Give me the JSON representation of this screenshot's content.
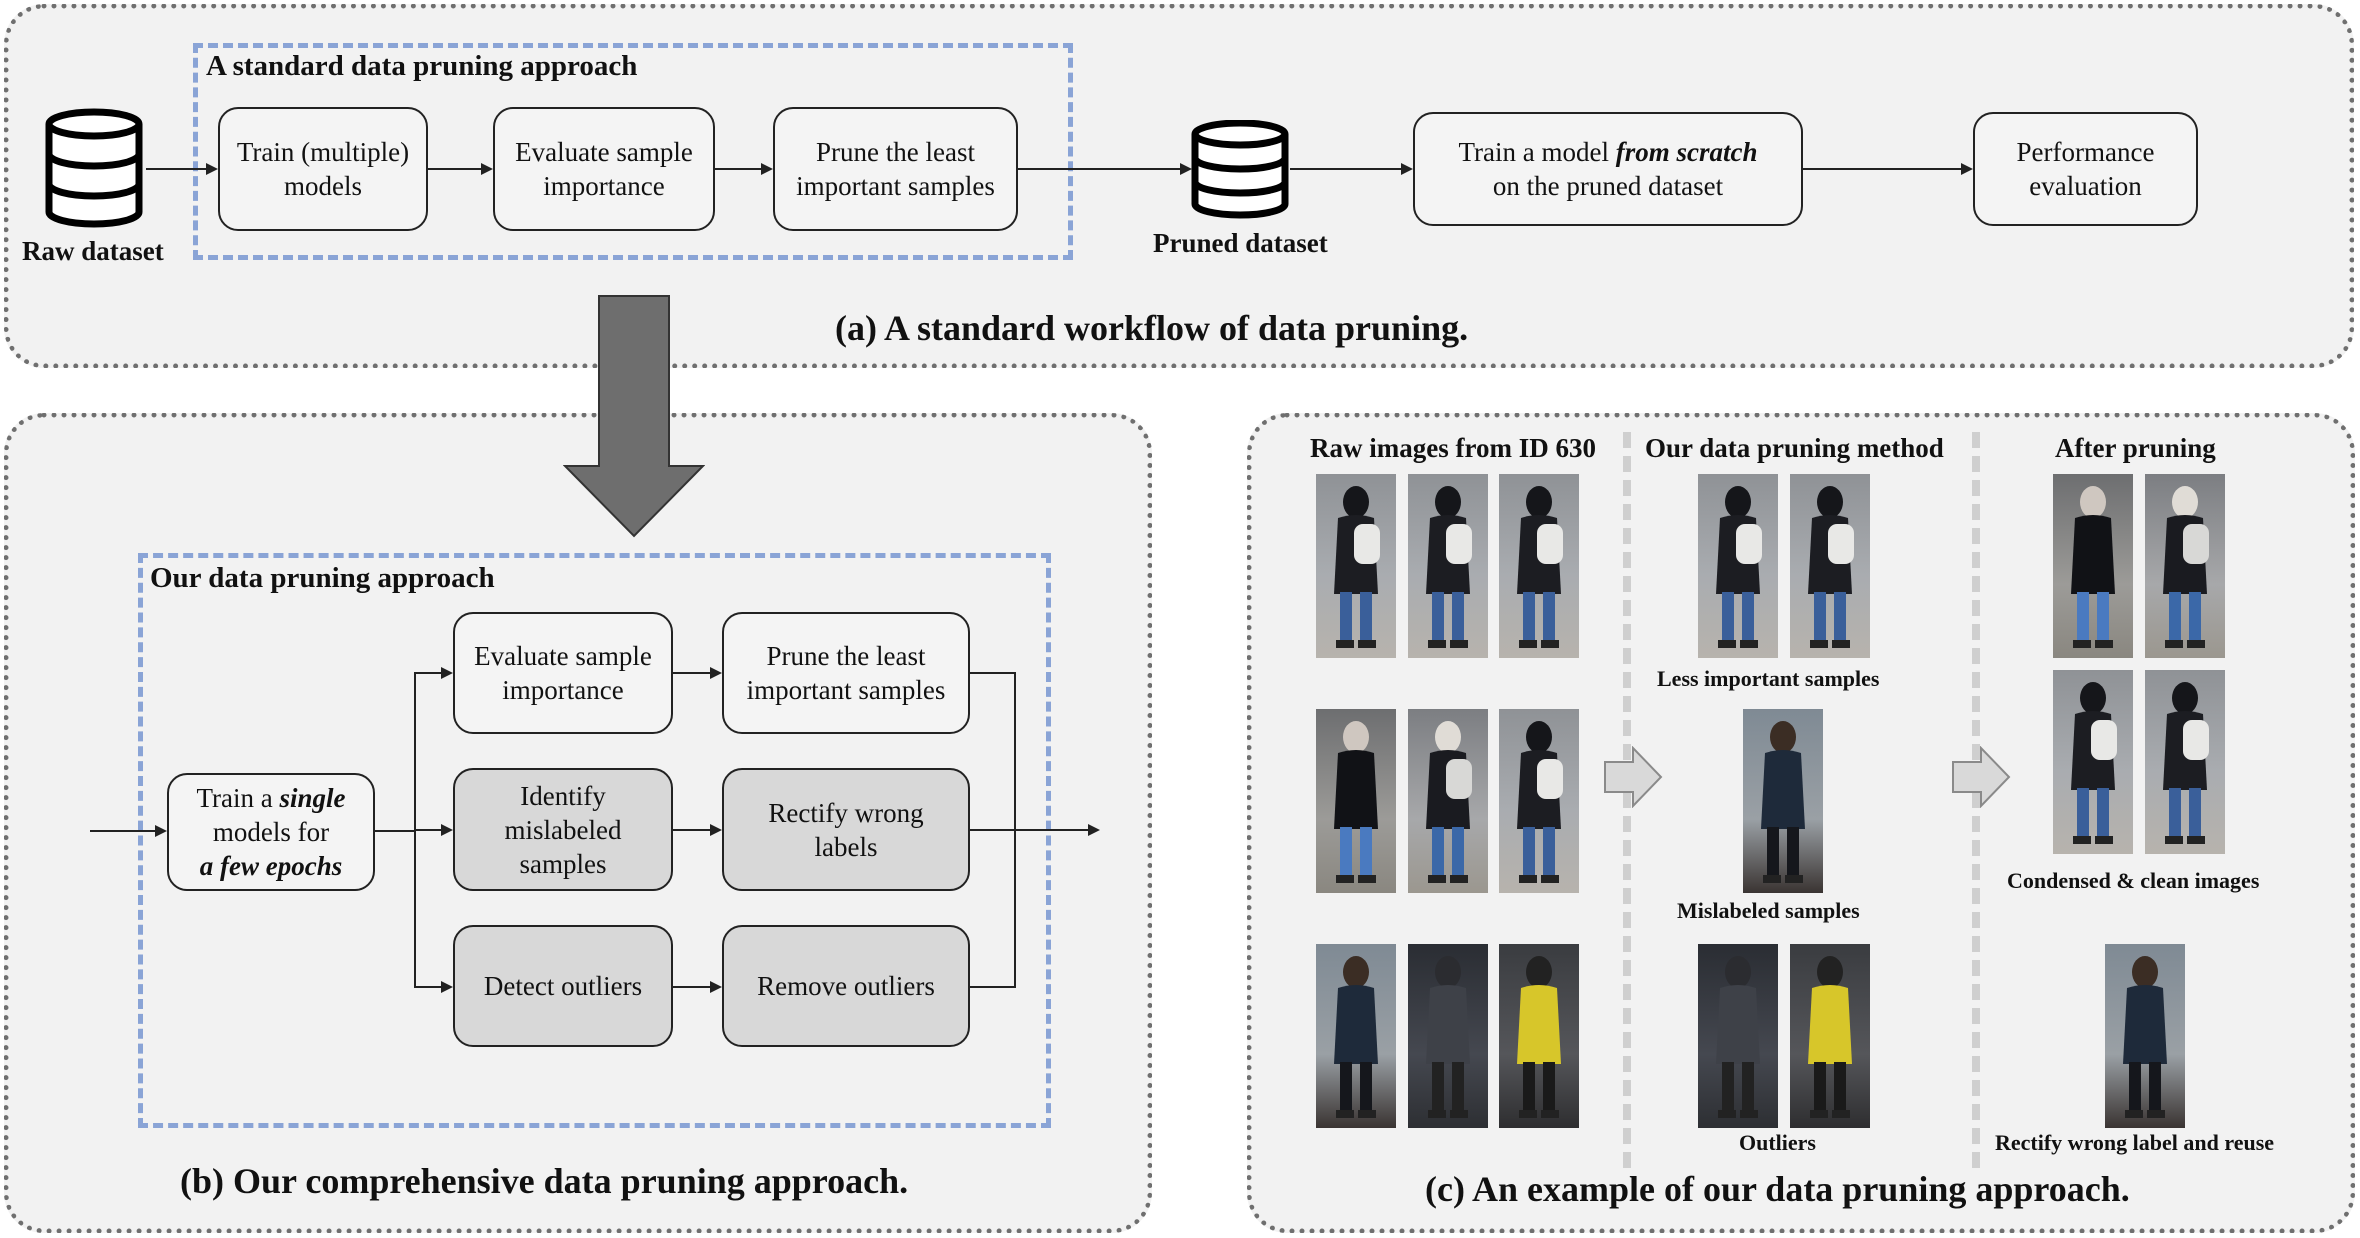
{
  "panel_a": {
    "caption": "(a) A standard workflow of data pruning.",
    "approach_title": "A standard data pruning approach",
    "raw_dataset": "Raw dataset",
    "pruned_dataset": "Pruned dataset",
    "step1_l1": "Train (multiple)",
    "step1_l2": "models",
    "step2_l1": "Evaluate sample",
    "step2_l2": "importance",
    "step3_l1": "Prune the least",
    "step3_l2": "important samples",
    "step4_l1a": "Train a model ",
    "step4_l1b": "from scratch",
    "step4_l2": "on the pruned dataset",
    "step5_l1": "Performance",
    "step5_l2": "evaluation"
  },
  "panel_b": {
    "caption": "(b) Our comprehensive data pruning approach.",
    "approach_title": "Our data pruning approach",
    "train_l1a": "Train a ",
    "train_l1b": "single",
    "train_l2": "models for",
    "train_l3": "a few epochs",
    "eval_l1": "Evaluate sample",
    "eval_l2": "importance",
    "prune_l1": "Prune the least",
    "prune_l2": "important samples",
    "identify_l1": "Identify",
    "identify_l2": "mislabeled",
    "identify_l3": "samples",
    "rectify_l1": "Rectify wrong",
    "rectify_l2": "labels",
    "detect": "Detect outliers",
    "remove": "Remove outliers"
  },
  "panel_c": {
    "caption": "(c) An example of our data pruning approach.",
    "col1_title": "Raw images from ID 630",
    "col2_title": "Our data pruning method",
    "col3_title": "After pruning",
    "less_important": "Less important samples",
    "mislabeled": "Mislabeled samples",
    "outliers": "Outliers",
    "condensed": "Condensed & clean images",
    "rectify_reuse": "Rectify wrong label and reuse"
  },
  "colors": {
    "panel_bg": "#f2f2f2",
    "dashed_blue": "#8aa4d6",
    "grey_box": "#d8d8d8",
    "big_arrow": "#6e6e6e"
  }
}
